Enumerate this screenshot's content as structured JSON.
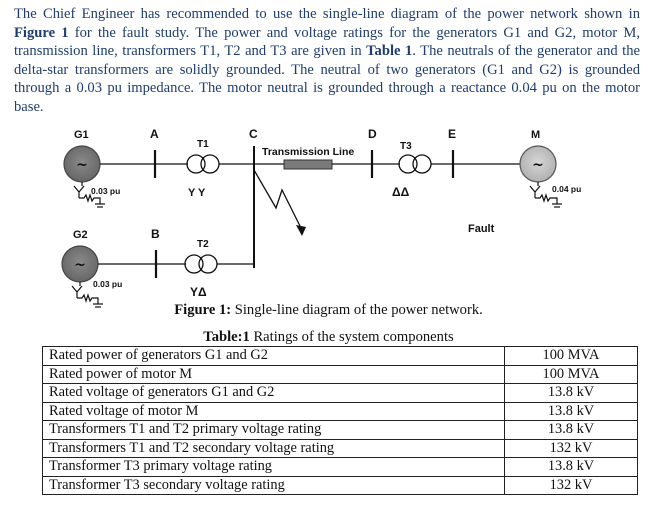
{
  "intro": {
    "p1": "The Chief Engineer has recommended to use the single-line diagram of the power network shown in ",
    "fig_ref": "Figure 1",
    "p2": " for the fault study. The power and voltage ratings for the generators G1 and G2, motor M, transmission line, transformers T1, T2 and T3 are given in ",
    "table_ref": "Table 1",
    "p3": ". The neutrals of the generator and the delta-star transformers are solidly grounded. The neutral of two generators (G1 and G2) is grounded through a 0.03 pu impedance. The motor neutral is grounded through a reactance 0.04 pu on the motor base."
  },
  "diagram": {
    "bus_labels": {
      "A": "A",
      "B": "B",
      "C": "C",
      "D": "D",
      "E": "E"
    },
    "gen1": {
      "name": "G1",
      "symbol": "~",
      "impedance": "0.03 pu"
    },
    "gen2": {
      "name": "G2",
      "symbol": "~",
      "impedance": "0.03 pu"
    },
    "motor": {
      "name": "M",
      "symbol": "~",
      "impedance": "0.04 pu"
    },
    "t1": {
      "name": "T1",
      "connection": "Y Y"
    },
    "t2": {
      "name": "T2",
      "connection": "YΔ"
    },
    "t3": {
      "name": "T3",
      "connection": "ΔΔ"
    },
    "line_label": "Transmission Line",
    "fault_label": "Fault",
    "colors": {
      "machine_fill": "#777777",
      "line_fill": "#777777"
    }
  },
  "figure": {
    "label": "Figure 1:",
    "text": " Single-line diagram of the power network."
  },
  "table": {
    "label": "Table:1",
    "text": " Ratings of the system components",
    "rows": [
      {
        "name": "Rated power of generators G1 and G2",
        "value": "100 MVA"
      },
      {
        "name": "Rated power of motor M",
        "value": "100 MVA"
      },
      {
        "name": "Rated voltage of generators G1 and G2",
        "value": "13.8 kV"
      },
      {
        "name": "Rated voltage of motor M",
        "value": "13.8 kV"
      },
      {
        "name": "Transformers T1 and T2 primary voltage rating",
        "value": "13.8 kV"
      },
      {
        "name": "Transformers T1 and T2 secondary voltage rating",
        "value": "132 kV"
      },
      {
        "name": "Transformer T3 primary voltage rating",
        "value": "13.8 kV"
      },
      {
        "name": "Transformer T3 secondary voltage rating",
        "value": "132 kV"
      }
    ]
  }
}
